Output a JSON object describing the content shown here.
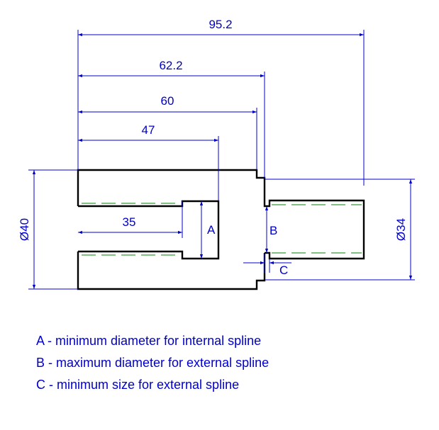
{
  "dimensions": {
    "overall_length": "95.2",
    "length_62": "62.2",
    "length_60": "60",
    "length_47": "47",
    "length_35": "35",
    "diameter_large": "Ø40",
    "diameter_small": "Ø34",
    "label_a": "A",
    "label_b": "B",
    "label_c": "C"
  },
  "legend": {
    "a": "A - minimum diameter for internal spline",
    "b": "B - maximum diameter for external spline",
    "c": "C - minimum size for external spline"
  },
  "colors": {
    "dimension": "#0000cc",
    "outline": "#000000",
    "centerline": "#008000"
  }
}
